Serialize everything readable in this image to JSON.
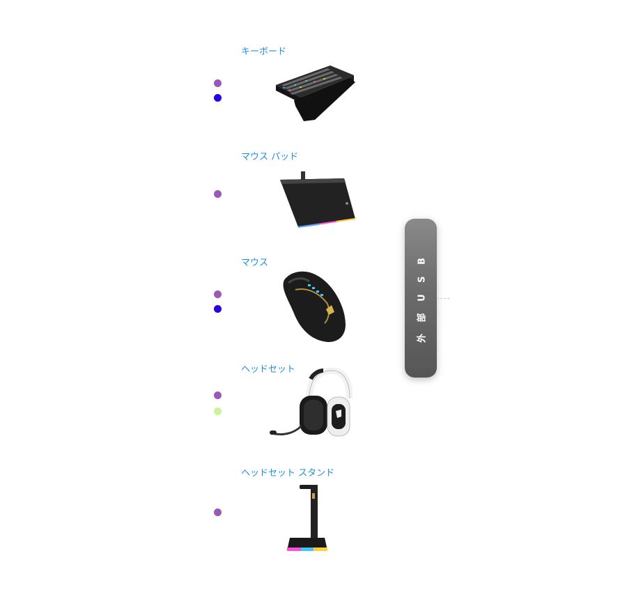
{
  "colors": {
    "label": "#1f8fe0",
    "dot_purple": "#9b59b6",
    "dot_blue": "#2a00e0",
    "dot_green": "#c8f59a"
  },
  "devices": [
    {
      "label": "キーボード",
      "dots": [
        "purple",
        "blue"
      ],
      "icon": "keyboard-icon"
    },
    {
      "label": "マウス パッド",
      "dots": [
        "purple"
      ],
      "icon": "mousepad-icon"
    },
    {
      "label": "マウス",
      "dots": [
        "purple",
        "blue"
      ],
      "icon": "mouse-icon"
    },
    {
      "label": "ヘッドセット",
      "dots": [
        "purple",
        "green"
      ],
      "icon": "headset-icon"
    },
    {
      "label": "ヘッドセット スタンド",
      "dots": [
        "purple"
      ],
      "icon": "headset-stand-icon"
    }
  ],
  "usb_panel": {
    "label": "外 部  U S B"
  }
}
